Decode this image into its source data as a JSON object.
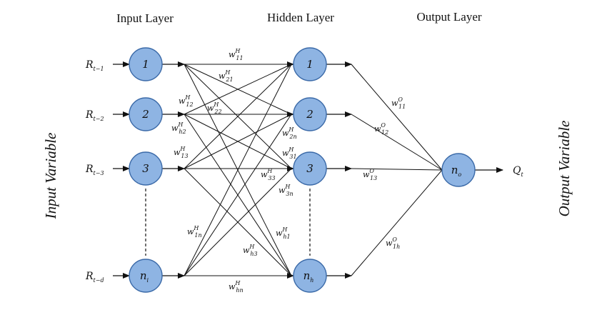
{
  "titles": {
    "input": "Input Layer",
    "hidden": "Hidden Layer",
    "output": "Output Layer"
  },
  "side_labels": {
    "left": "Input Variable",
    "right": "Output Variable"
  },
  "inputs": [
    {
      "id": "in1",
      "node": {
        "main": "1",
        "sub": ""
      },
      "var": {
        "main": "R",
        "sub": "t−1"
      }
    },
    {
      "id": "in2",
      "node": {
        "main": "2",
        "sub": ""
      },
      "var": {
        "main": "R",
        "sub": "t−2"
      }
    },
    {
      "id": "in3",
      "node": {
        "main": "3",
        "sub": ""
      },
      "var": {
        "main": "R",
        "sub": "t−3"
      }
    },
    {
      "id": "ind",
      "node": {
        "main": "n",
        "sub": "i"
      },
      "var": {
        "main": "R",
        "sub": "t−d"
      }
    }
  ],
  "hidden": [
    {
      "id": "h1",
      "node": {
        "main": "1",
        "sub": ""
      }
    },
    {
      "id": "h2",
      "node": {
        "main": "2",
        "sub": ""
      }
    },
    {
      "id": "h3",
      "node": {
        "main": "3",
        "sub": ""
      }
    },
    {
      "id": "hn",
      "node": {
        "main": "n",
        "sub": "h"
      }
    }
  ],
  "output": {
    "node": {
      "main": "n",
      "sub": "o"
    },
    "var": {
      "main": "Q",
      "sub": "t"
    }
  },
  "hidden_weights": [
    {
      "key": "w11",
      "sub": "11"
    },
    {
      "key": "w21",
      "sub": "21"
    },
    {
      "key": "w12",
      "sub": "12"
    },
    {
      "key": "w22",
      "sub": "22"
    },
    {
      "key": "wh2",
      "sub": "h2"
    },
    {
      "key": "w2n",
      "sub": "2n"
    },
    {
      "key": "w13",
      "sub": "13"
    },
    {
      "key": "w31",
      "sub": "31"
    },
    {
      "key": "w33",
      "sub": "33"
    },
    {
      "key": "w3n",
      "sub": "3n"
    },
    {
      "key": "w1n",
      "sub": "1n"
    },
    {
      "key": "wh1",
      "sub": "h1"
    },
    {
      "key": "wh3",
      "sub": "h3"
    },
    {
      "key": "whn",
      "sub": "hn"
    }
  ],
  "output_weights": [
    {
      "key": "o11",
      "sub": "11"
    },
    {
      "key": "o12",
      "sub": "12"
    },
    {
      "key": "o13",
      "sub": "13"
    },
    {
      "key": "o1h",
      "sub": "1h"
    }
  ],
  "weight_symbols": {
    "base": "w",
    "hidden_sup": "H",
    "output_sup": "O"
  }
}
